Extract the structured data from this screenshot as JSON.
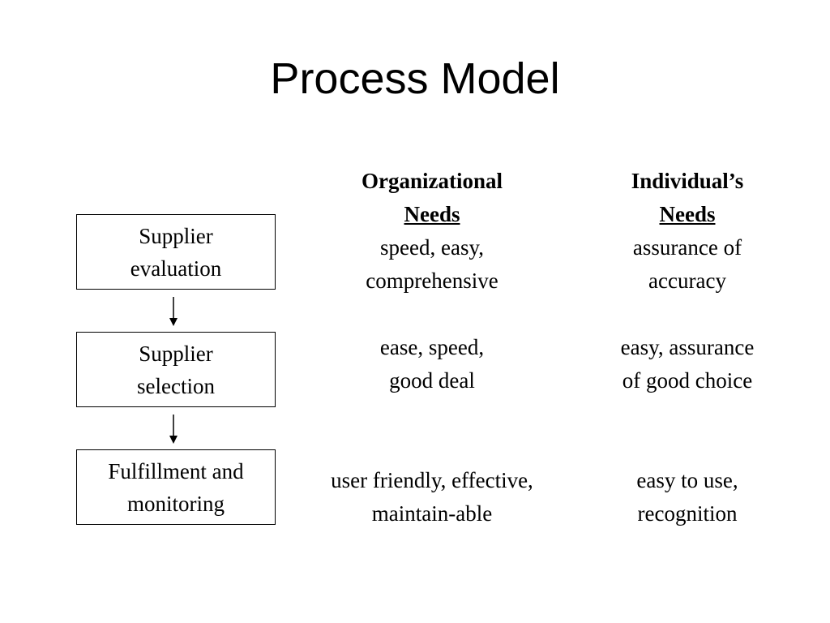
{
  "title": "Process Model",
  "steps": [
    {
      "label": "Supplier\nevaluation"
    },
    {
      "label": "Supplier\nselection"
    },
    {
      "label": "Fulfillment and\nmonitoring"
    }
  ],
  "columns": {
    "organizational": {
      "heading_line1": "Organizational",
      "heading_line2": "Needs",
      "rows": [
        "speed, easy,\ncomprehensive",
        "ease, speed,\ngood deal",
        "user friendly, effective,\nmaintain-able"
      ]
    },
    "individual": {
      "heading_line1": "Individual’s",
      "heading_line2": "Needs",
      "rows": [
        "assurance of\naccuracy",
        "easy, assurance\nof good choice",
        "easy to use,\nrecognition"
      ]
    }
  }
}
